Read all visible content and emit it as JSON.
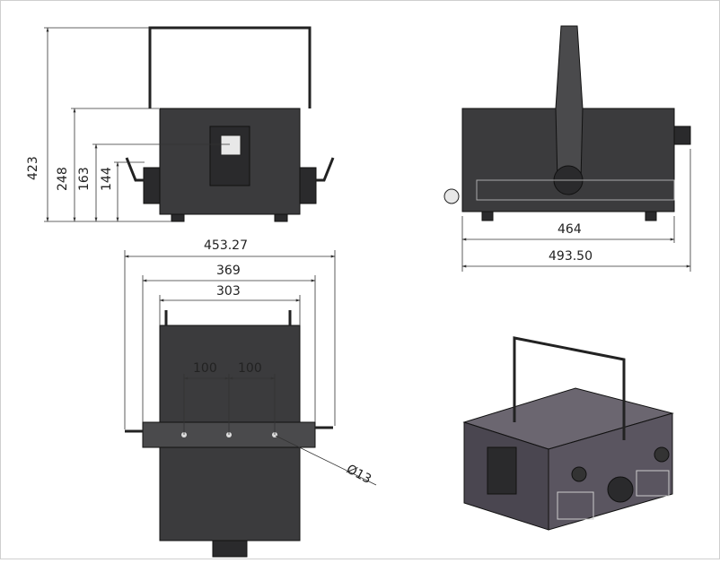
{
  "dimensions": {
    "height_423": "423",
    "height_248": "248",
    "height_163": "163",
    "height_144": "144",
    "width_464": "464",
    "width_493_50": "493.50",
    "width_453_27": "453.27",
    "width_369": "369",
    "width_303": "303",
    "spacing_100_left": "100",
    "spacing_100_right": "100",
    "hole_diameter": "Ø13"
  },
  "colors": {
    "housing": "#3b3b3d",
    "housing_iso": "#5a5560",
    "line": "#222222"
  }
}
